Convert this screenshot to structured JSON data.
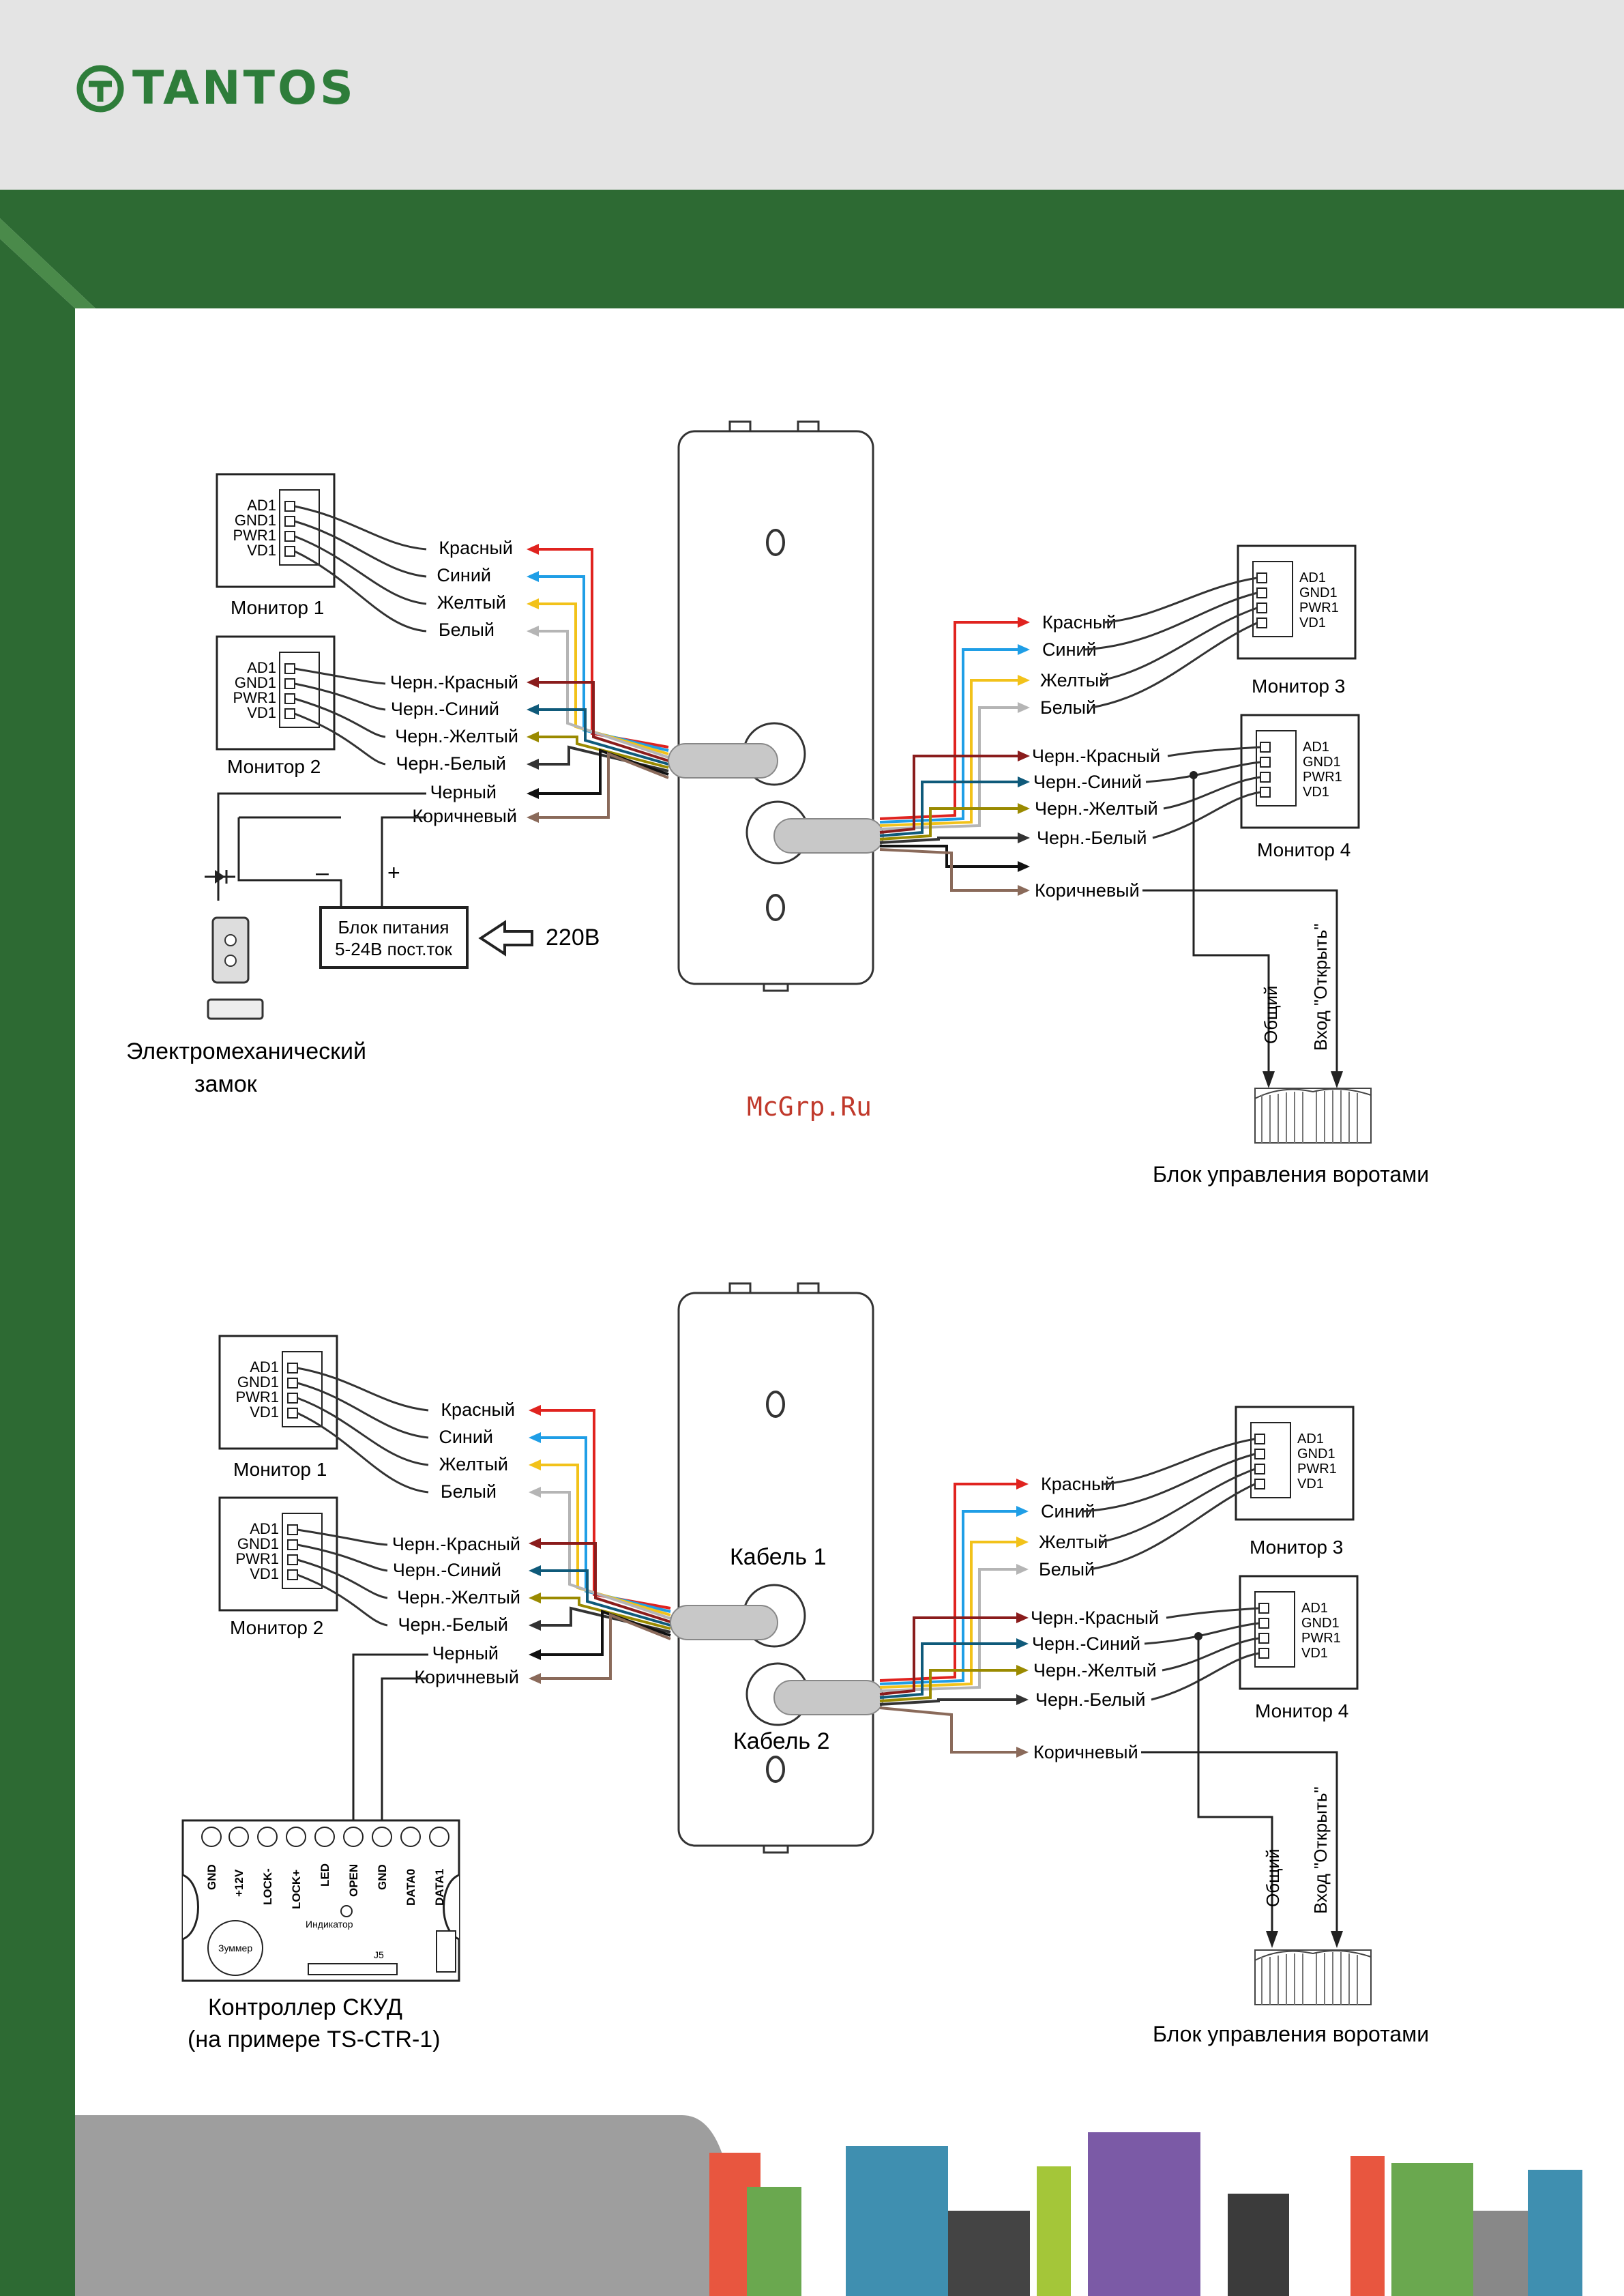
{
  "brand": {
    "name": "TANTOS",
    "logo_icon": "tantos-logo-icon",
    "color": "#2e7d3a"
  },
  "watermark": "McGrp.Ru",
  "wire_colors": {
    "red": "#e0231f",
    "blue": "#1f9ee6",
    "yellow": "#f2c21a",
    "white": "#b5b5b5",
    "black_red": "#8a1c1c",
    "black_blue": "#0f5a7a",
    "black_yellow": "#9a8a00",
    "black_white": "#333333",
    "black": "#111111",
    "brown": "#8a6a5a"
  },
  "monitor_pins": [
    "AD1",
    "GND1",
    "PWR1",
    "VD1"
  ],
  "diagram1": {
    "left_wires": [
      "Красный",
      "Синий",
      "Желтый",
      "Белый",
      "Черн.-Красный",
      "Черн.-Синий",
      "Черн.-Желтый",
      "Черн.-Белый",
      "Черный",
      "Коричневый"
    ],
    "right_wires": [
      "Красный",
      "Синий",
      "Желтый",
      "Белый",
      "Черн.-Красный",
      "Черн.-Синий",
      "Черн.-Желтый",
      "Черн.-Белый",
      "Коричневый"
    ],
    "monitor1": "Монитор 1",
    "monitor2": "Монитор 2",
    "monitor3": "Монитор 3",
    "monitor4": "Монитор 4",
    "power_block_line1": "Блок питания",
    "power_block_line2": "5-24В пост.ток",
    "mains": "220В",
    "minus": "–",
    "plus": "+",
    "lock_line1": "Электромеханический",
    "lock_line2": "замок",
    "gate_common": "Общий",
    "gate_open": "Вход \"Открыть\"",
    "gate_block": "Блок управления воротами"
  },
  "diagram2": {
    "left_wires": [
      "Красный",
      "Синий",
      "Желтый",
      "Белый",
      "Черн.-Красный",
      "Черн.-Синий",
      "Черн.-Желтый",
      "Черн.-Белый",
      "Черный",
      "Коричневый"
    ],
    "right_wires": [
      "Красный",
      "Синий",
      "Желтый",
      "Белый",
      "Черн.-Красный",
      "Черн.-Синий",
      "Черн.-Желтый",
      "Черн.-Белый",
      "Коричневый"
    ],
    "monitor1": "Монитор 1",
    "monitor2": "Монитор 2",
    "monitor3": "Монитор 3",
    "monitor4": "Монитор 4",
    "cable1": "Кабель 1",
    "cable2": "Кабель 2",
    "controller_terminals": [
      "GND",
      "+12V",
      "LOCK-",
      "LOCK+",
      "LED",
      "OPEN",
      "GND",
      "DATA0",
      "DATA1"
    ],
    "controller_indicator": "Индикатор",
    "controller_buzzer": "Зуммер",
    "controller_jumper": "J5",
    "controller_line1": "Контроллер СКУД",
    "controller_line2": "(на примере TS-CTR-1)",
    "gate_common": "Общий",
    "gate_open": "Вход \"Открыть\"",
    "gate_block": "Блок управления воротами"
  }
}
